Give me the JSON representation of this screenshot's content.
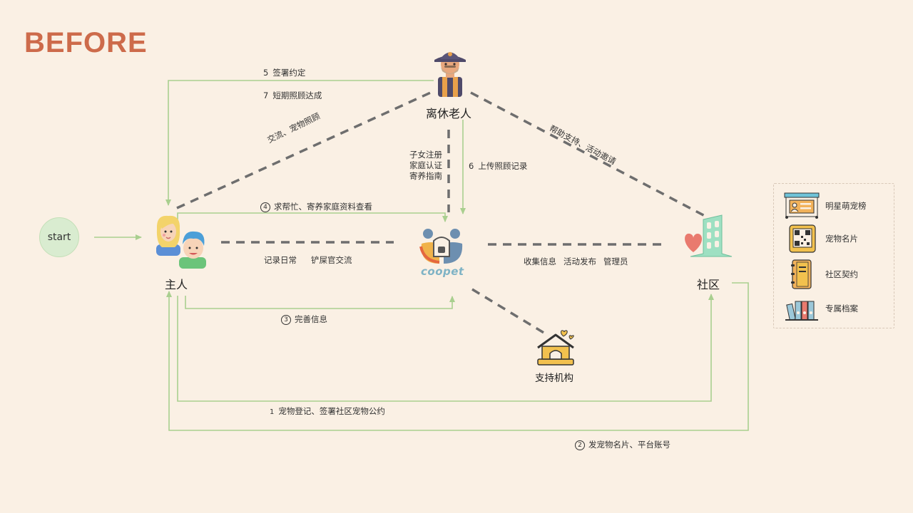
{
  "heading": "BEFORE",
  "nodes": {
    "start": "start",
    "owner": "主人",
    "retiree": "离休老人",
    "community": "社区",
    "support": "支持机构",
    "platform": "coopet"
  },
  "edges": {
    "e5": {
      "num": "5",
      "text": "签署约定"
    },
    "e7": {
      "num": "7",
      "text": "短期照顾达成"
    },
    "e4": {
      "num": "4",
      "text": "求帮忙、寄养家庭资料查看"
    },
    "e3": {
      "num": "3",
      "text": "完善信息"
    },
    "e1": {
      "num": "1",
      "text": "宠物登记、签署社区宠物公约"
    },
    "e2": {
      "num": "2",
      "text": "发宠物名片、平台账号"
    },
    "e6": {
      "num": "6",
      "text": "上传照顾记录"
    },
    "owner_retiree": "交流、宠物照顾",
    "retiree_community": "帮助支持、活动邀请",
    "owner_platform_1": "记录日常",
    "owner_platform_2": "铲屎官交流",
    "community_platform_1": "收集信息",
    "community_platform_2": "活动发布",
    "community_platform_3": "管理员",
    "retiree_platform": [
      "子女注册",
      "家庭认证",
      "寄养指南"
    ]
  },
  "legend": [
    {
      "label": "明星萌宠榜",
      "icon": "leaderboard-icon"
    },
    {
      "label": "宠物名片",
      "icon": "qr-card-icon"
    },
    {
      "label": "社区契约",
      "icon": "notebook-icon"
    },
    {
      "label": "专属档案",
      "icon": "folders-icon"
    }
  ],
  "colors": {
    "background": "#faf0e4",
    "heading": "#cd6b4b",
    "solid_arrow": "#a9cf8f",
    "dashed_line": "#6e6e6e",
    "start_fill": "#d9ecd0"
  }
}
